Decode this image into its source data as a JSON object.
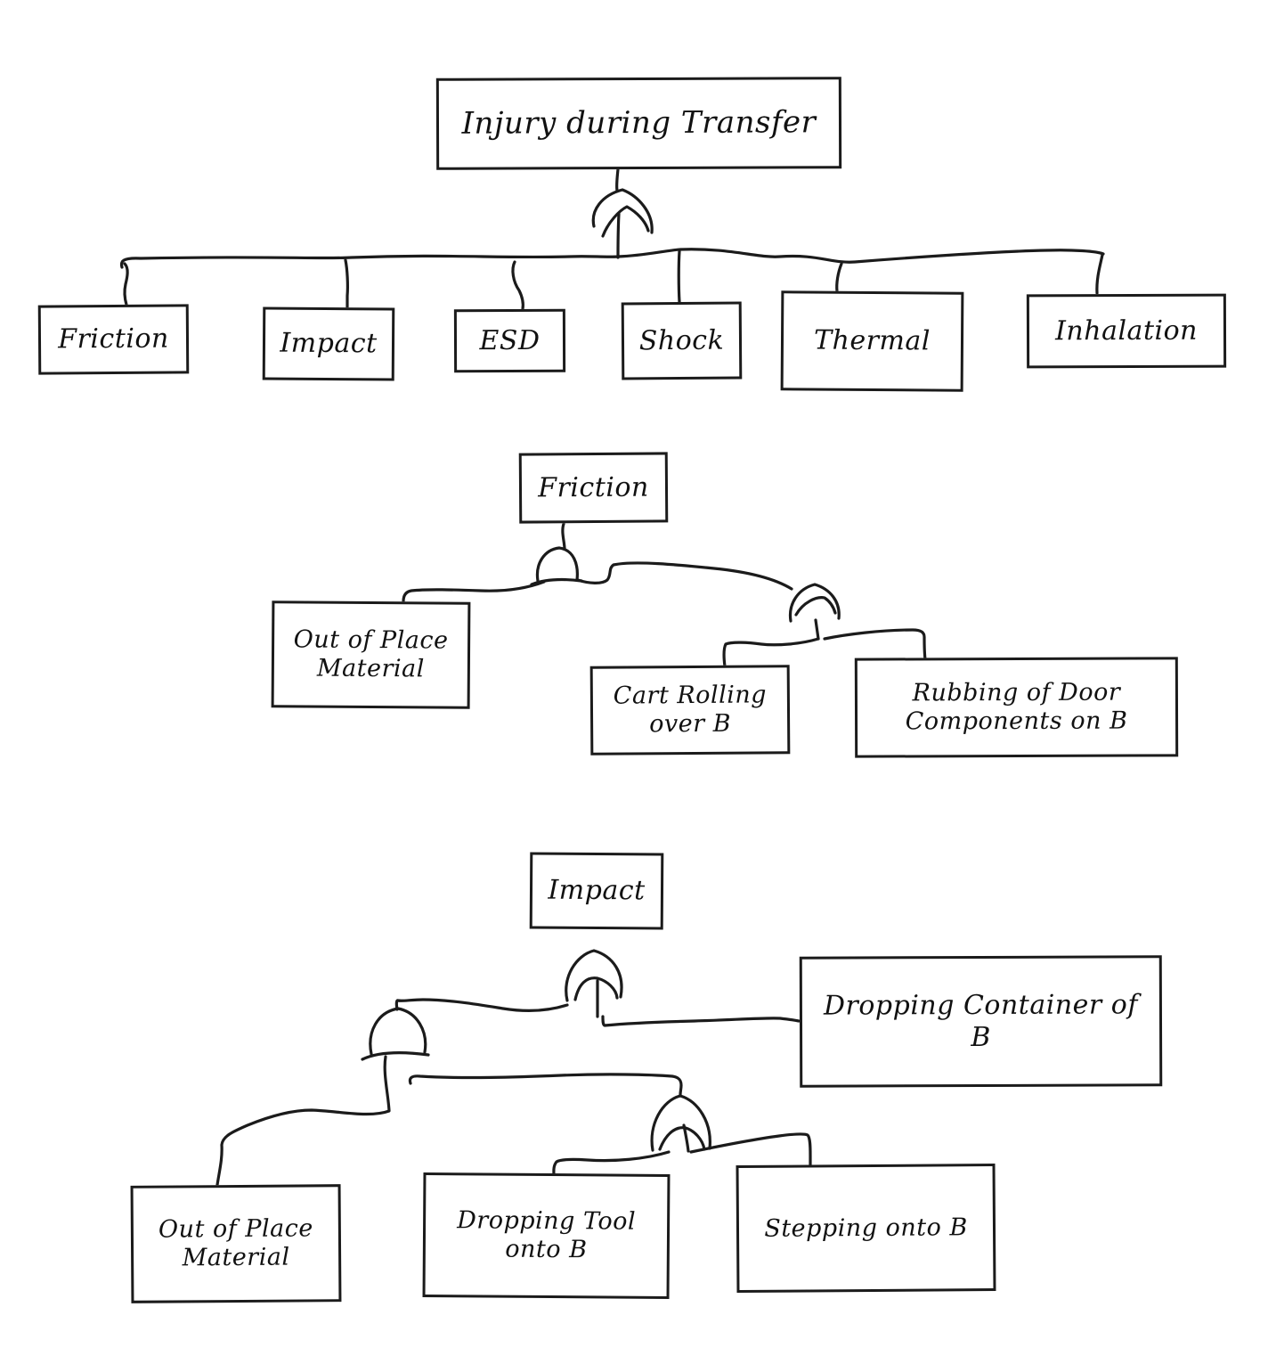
{
  "fault_tree": {
    "top": {
      "root": "Injury during Transfer",
      "gate": "OR",
      "children": [
        "Friction",
        "Impact",
        "ESD",
        "Shock",
        "Thermal",
        "Inhalation"
      ]
    },
    "friction_subtree": {
      "root": "Friction",
      "gates": [
        "AND",
        "OR"
      ],
      "children": [
        "Out of Place Material",
        "Cart Rolling over B",
        "Rubbing of Door Components on B"
      ]
    },
    "impact_subtree": {
      "root": "Impact",
      "gates": [
        "OR",
        "AND",
        "OR"
      ],
      "children": [
        "Dropping Container of B",
        "Out of Place Material",
        "Dropping Tool onto B",
        "Stepping onto B"
      ]
    }
  }
}
